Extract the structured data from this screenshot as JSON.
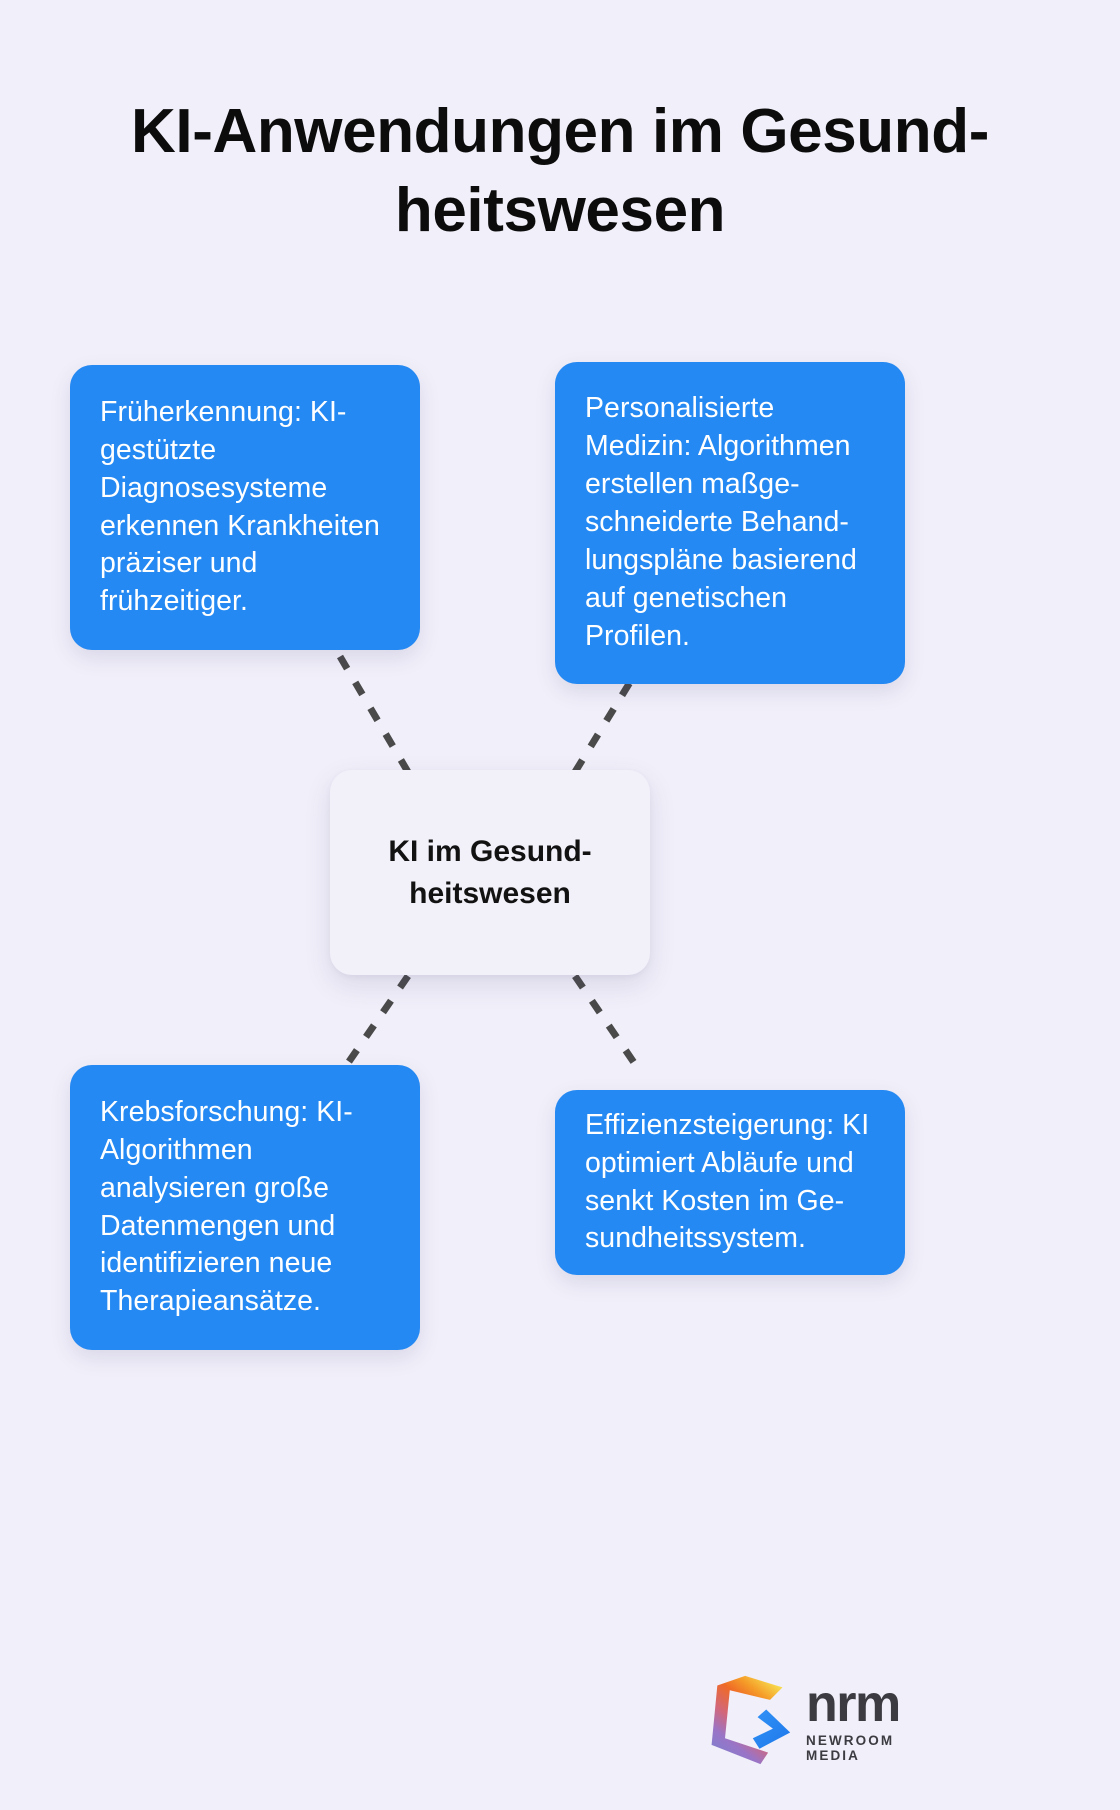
{
  "page": {
    "background_color": "#f1eff9",
    "title": "KI-Anwendungen im Gesund-\nheitswesen"
  },
  "diagram": {
    "type": "mind-map",
    "accent_color": "#2489f2",
    "center_color": "#f2f0f8",
    "connector_color": "#4a4a4a",
    "connector_style": "dashed",
    "center": {
      "id": "center",
      "label": "KI im Gesund-\nheitswesen"
    },
    "branches": [
      {
        "id": "frueherkennung",
        "position": "top-left",
        "label": "Früherkennung: KI-\ngestützte\nDiagnosesysteme\nerkennen Krankheiten\npräziser und\nfrühzeitiger."
      },
      {
        "id": "personalisierte-medizin",
        "position": "top-right",
        "label": "Personalisierte\nMedizin: Algorithmen\nerstellen maßge-\nschneiderte Behand-\nlungspläne basierend\nauf genetischen\nProfilen."
      },
      {
        "id": "krebsforschung",
        "position": "bottom-left",
        "label": "Krebsforschung: KI-\nAlgorithmen\nanalysieren große\nDatenmengen und\nidentifizieren neue\nTherapieansätze."
      },
      {
        "id": "effizienzsteigerung",
        "position": "bottom-right",
        "label": "Effizienzsteigerung: KI\noptimiert Abläufe und\nsenkt Kosten im Ge-\nsundheitssystem."
      }
    ]
  },
  "logo": {
    "wordmark": "nrm",
    "tagline": "NEWROOM MEDIA",
    "mark_colors": [
      "#f26522",
      "#f5a623",
      "#f2d14b",
      "#2a8cf0",
      "#8e6fc4",
      "#d4665f"
    ],
    "text_color": "#3b3b41"
  }
}
